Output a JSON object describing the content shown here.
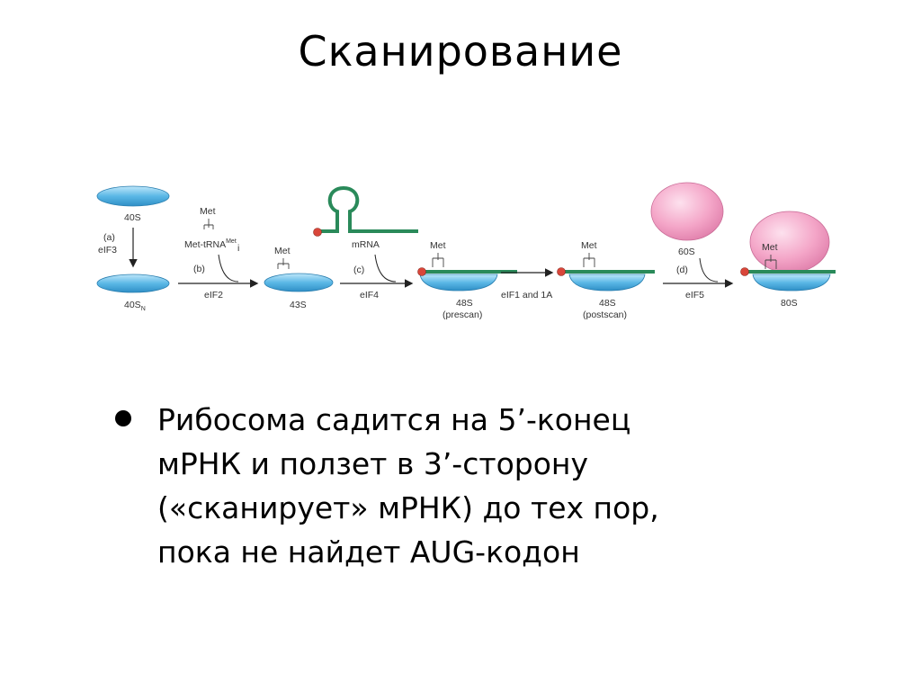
{
  "title": "Сканирование",
  "diagram": {
    "labels": {
      "s40": "40S",
      "a": "(a)",
      "eif3": "eIF3",
      "s40n": "40S",
      "s40n_sub": "N",
      "met1": "Met",
      "met_trna": "Met-tRNA",
      "met_trna_sup": "Met",
      "met_trna_sub": "i",
      "b": "(b)",
      "eif2": "eIF2",
      "met2": "Met",
      "s43": "43S",
      "mrna": "mRNA",
      "c": "(c)",
      "eif4": "eIF4",
      "met3": "Met",
      "s48a": "48S",
      "prescan": "(prescan)",
      "eif1": "eIF1 and 1A",
      "met4": "Met",
      "s48b": "48S",
      "postscan": "(postscan)",
      "s60": "60S",
      "d": "(d)",
      "eif5": "eIF5",
      "met5": "Met",
      "s80": "80S"
    },
    "colors": {
      "small_subunit": "#5bb8e6",
      "large_subunit": "#f4a6c8",
      "mrna": "#2a8a5a",
      "cap": "#d9463a",
      "arrow": "#222222"
    }
  },
  "bullet": {
    "lines": [
      "Рибосома садится на 5’-конец",
      "мРНК и ползет в 3’-сторону",
      "(«сканирует» мРНК) до тех пор,",
      "пока не найдет AUG-кодон"
    ]
  }
}
